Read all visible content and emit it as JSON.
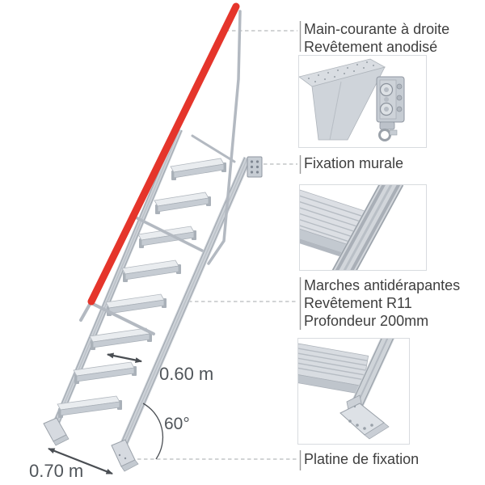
{
  "callouts": {
    "handrail": {
      "line1": "Main-courante à droite",
      "line2": "Revêtement anodisé"
    },
    "wall_mount": {
      "line1": "Fixation murale"
    },
    "steps": {
      "line1": "Marches antidérapantes",
      "line2": "Revêtement R11",
      "line3": "Profondeur 200mm"
    },
    "base_plate": {
      "line1": "Platine de fixation"
    }
  },
  "dimensions": {
    "step_width": "0.60 m",
    "angle": "60°",
    "base_depth": "0.70 m"
  },
  "icons": {
    "wall_mount_photo": "wall-mount-bracket-photo",
    "step_photo": "anti-slip-step-photo",
    "base_plate_photo": "base-plate-photo"
  },
  "colors": {
    "handrail_red": "#e5352b",
    "metal_light": "#e9ecef",
    "metal_mid": "#ccd1d7",
    "metal_dark": "#9aa1aa",
    "leader_line": "#c3c5c7",
    "callout_text": "#3e3e3e",
    "dimension_text": "#50555a",
    "photo_border": "#d8dbdf"
  }
}
